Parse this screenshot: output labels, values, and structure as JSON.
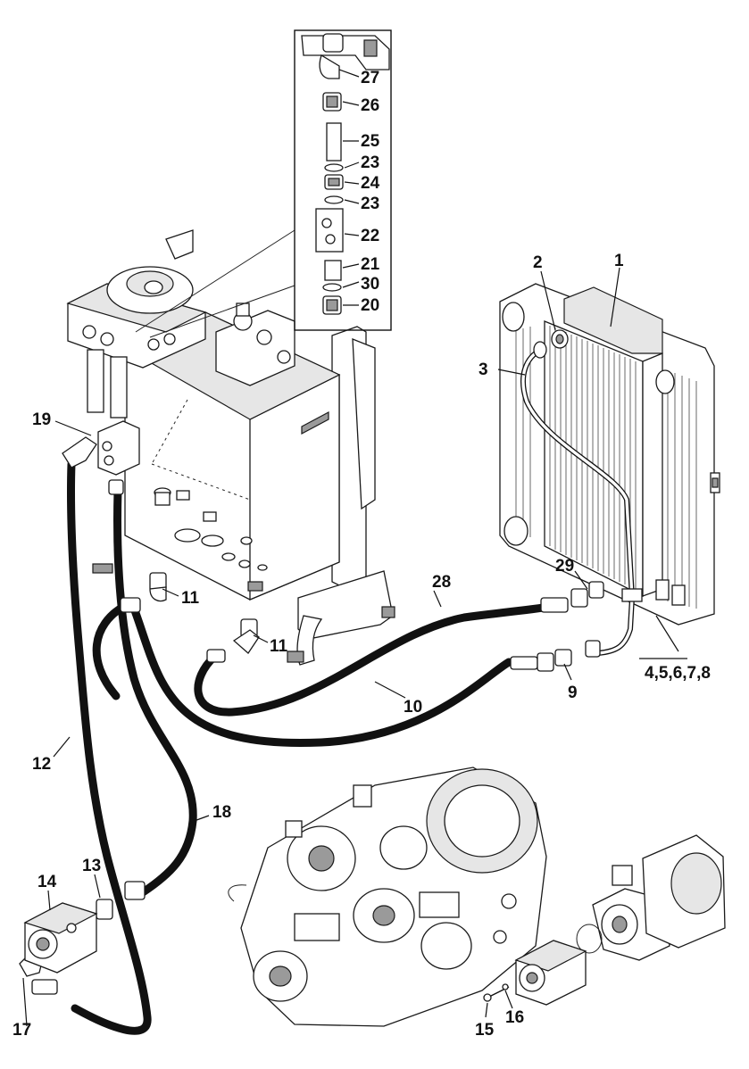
{
  "labels": {
    "l1": "1",
    "l2": "2",
    "l3": "3",
    "l4": "4,5,6,7,8",
    "l9": "9",
    "l10": "10",
    "l11a": "11",
    "l11b": "11",
    "l12": "12",
    "l13": "13",
    "l14": "14",
    "l15": "15",
    "l16": "16",
    "l17": "17",
    "l18": "18",
    "l19": "19",
    "l20": "20",
    "l21": "21",
    "l22": "22",
    "l23a": "23",
    "l23b": "23",
    "l24": "24",
    "l25": "25",
    "l26": "26",
    "l27": "27",
    "l28": "28",
    "l29": "29",
    "l30": "30"
  }
}
